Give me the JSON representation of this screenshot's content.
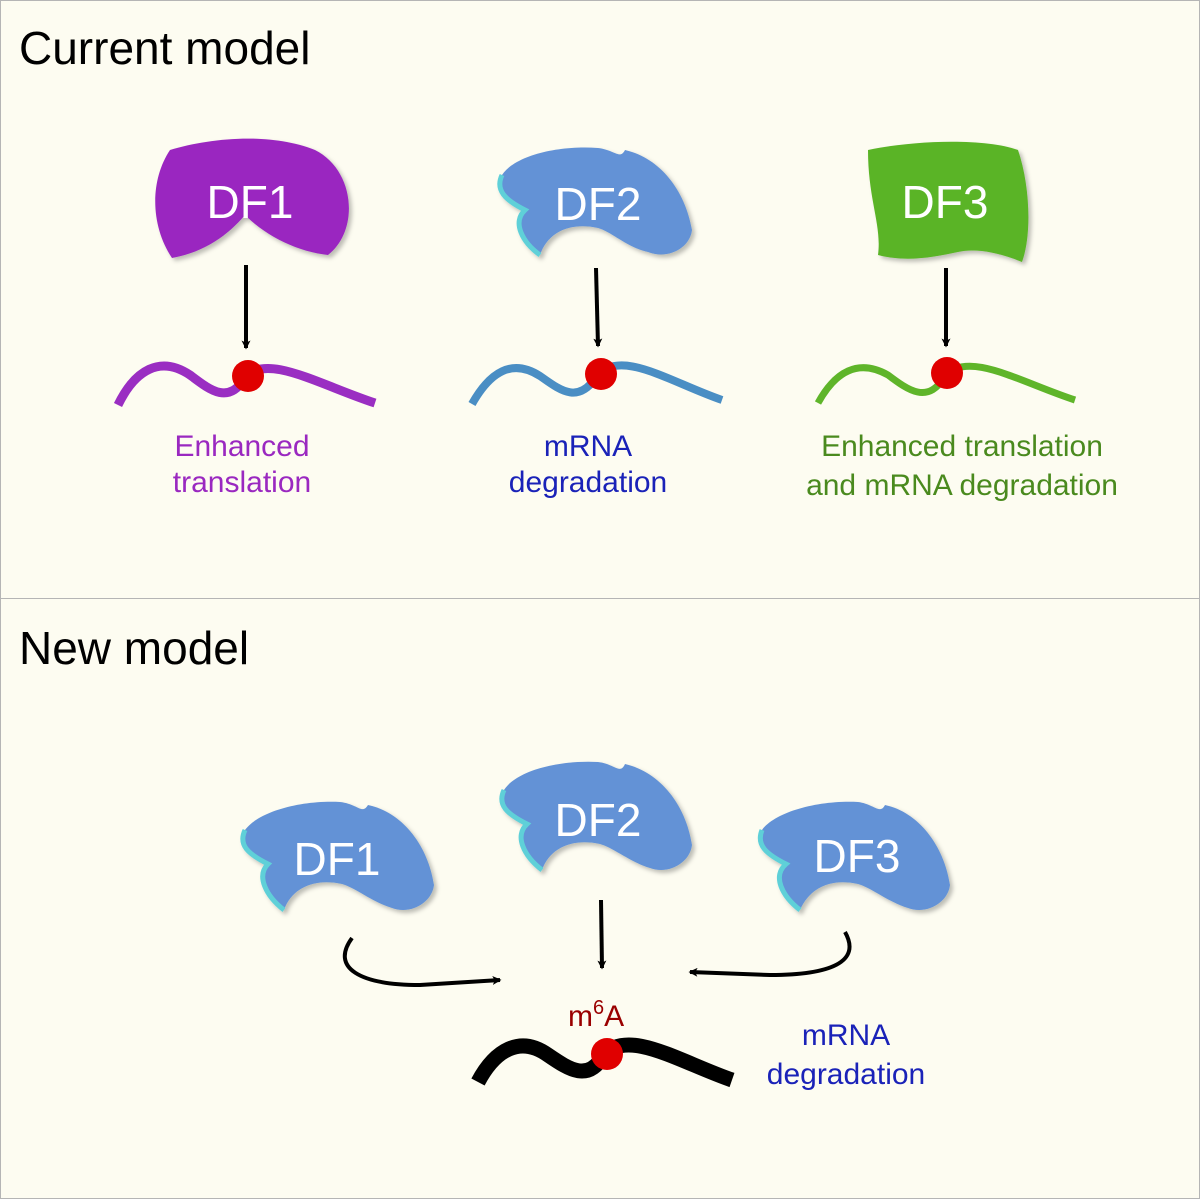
{
  "current_model": {
    "title": "Current model",
    "proteins": [
      {
        "label": "DF1",
        "color": "#9a28c0",
        "outcome": [
          "Enhanced",
          "translation"
        ],
        "outcome_color": "#9a28c0",
        "rna_color": "#9a2ec2"
      },
      {
        "label": "DF2",
        "color": "#6392d6",
        "outcome": [
          "mRNA",
          "degradation"
        ],
        "outcome_color": "#1a22b8",
        "rna_color": "#4a8ec4"
      },
      {
        "label": "DF3",
        "color": "#5ab428",
        "outcome": [
          "Enhanced translation",
          "and mRNA degradation"
        ],
        "outcome_color": "#4a8a1e",
        "rna_color": "#5fb52a"
      }
    ]
  },
  "new_model": {
    "title": "New model",
    "proteins": [
      {
        "label": "DF1",
        "color": "#6392d6"
      },
      {
        "label": "DF2",
        "color": "#6392d6"
      },
      {
        "label": "DF3",
        "color": "#6392d6"
      }
    ],
    "modification_label": {
      "base": "m",
      "superscript": "6",
      "suffix": "A"
    },
    "modification_color": "#9a0000",
    "outcome": [
      "mRNA",
      "degradation"
    ],
    "outcome_color": "#1a22b8",
    "rna_color": "#000000"
  },
  "m6a_site_color": "#e00000"
}
